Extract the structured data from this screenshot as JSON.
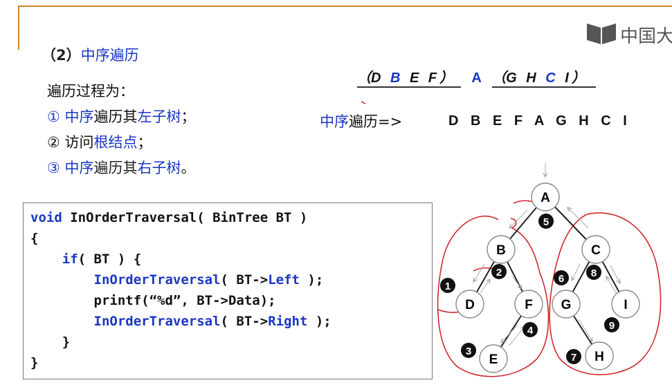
{
  "logo": {
    "text": "中国大"
  },
  "heading": {
    "num": "（2）",
    "title": "中序遍历"
  },
  "steps": {
    "intro": "遍历过程为：",
    "s1_a": "① 中序",
    "s1_b": "遍历其",
    "s1_c": "左子树",
    "s1_d": "；",
    "s2_a": "② 访问",
    "s2_b": "根结点",
    "s2_c": "；",
    "s3_a": "③ 中序",
    "s3_b": "遍历其",
    "s3_c": "右子树",
    "s3_d": "。"
  },
  "grouping": {
    "left_open": "（",
    "left_a": "D ",
    "left_b": "B",
    "left_c": " E F",
    "left_close": "）",
    "root": "A",
    "right_open": "（",
    "right_a": "G H ",
    "right_b": "C",
    "right_c": " I",
    "right_close": "）"
  },
  "result": {
    "label_a": "中序",
    "label_b": "遍历=>",
    "sequence": "D B E F A G H C I"
  },
  "code": {
    "l1_kw": "void",
    "l1": " InOrderTraversal( BinTree BT )",
    "l2": "{",
    "l3_pre": "    ",
    "l3_kw": "if",
    "l3": "( BT ) {",
    "l4_pre": "        ",
    "l4_kw": "InOrderTraversal",
    "l4_mid": "( BT->",
    "l4_kw2": "Left",
    "l4_end": " );",
    "l5": "        printf(“%d”, BT->Data);",
    "l6_pre": "        ",
    "l6_kw": "InOrderTraversal",
    "l6_mid": "( BT->",
    "l6_kw2": "Right",
    "l6_end": " );",
    "l7": "    }",
    "l8": "}"
  },
  "tree": {
    "nodes": [
      "A",
      "B",
      "C",
      "D",
      "F",
      "G",
      "I",
      "E",
      "H"
    ],
    "order_badges": [
      "1",
      "2",
      "3",
      "4",
      "5",
      "6",
      "7",
      "8",
      "9"
    ]
  },
  "colors": {
    "accent_blue": "#1a36c4",
    "frame_orange": "#c8862e",
    "annotation_red": "#d0282d"
  }
}
